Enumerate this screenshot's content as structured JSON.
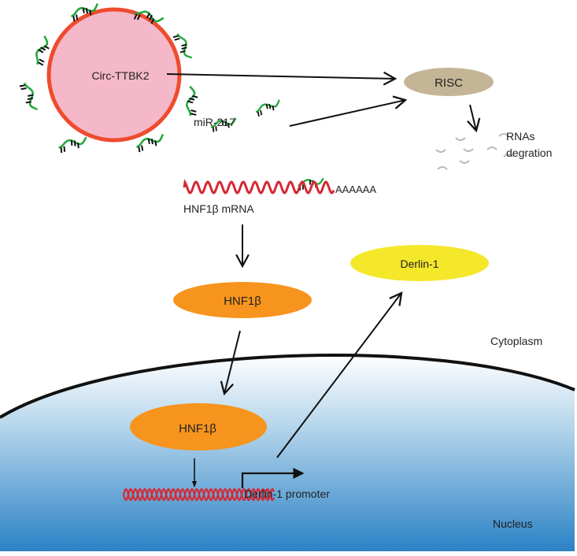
{
  "colors": {
    "circ_fill": "#f4b8c8",
    "circ_stroke": "#ef4b2e",
    "mirna": "#22a83a",
    "mrna": "#d42a35",
    "risc": "#c3b596",
    "hnf1b": "#f7941d",
    "derlin": "#f5e72a",
    "degraded": "#b9b9b9",
    "nucleus_top": "#ffffff",
    "nucleus_bottom": "#2b82c6",
    "membrane": "#111111"
  },
  "labels": {
    "circ": "Circ-TTBK2",
    "mirna": "miR-217",
    "risc": "RISC",
    "rnas_line1": "RNAs",
    "rnas_line2": "degration",
    "polyA": "AAAAAA",
    "mrna": "HNF1β mRNA",
    "hnf1b_cyto": "HNF1β",
    "hnf1b_nuc": "HNF1β",
    "derlin": "Derlin-1",
    "promoter": "Derlin-1 promoter",
    "cytoplasm": "Cytoplasm",
    "nucleus": "Nucleus"
  }
}
